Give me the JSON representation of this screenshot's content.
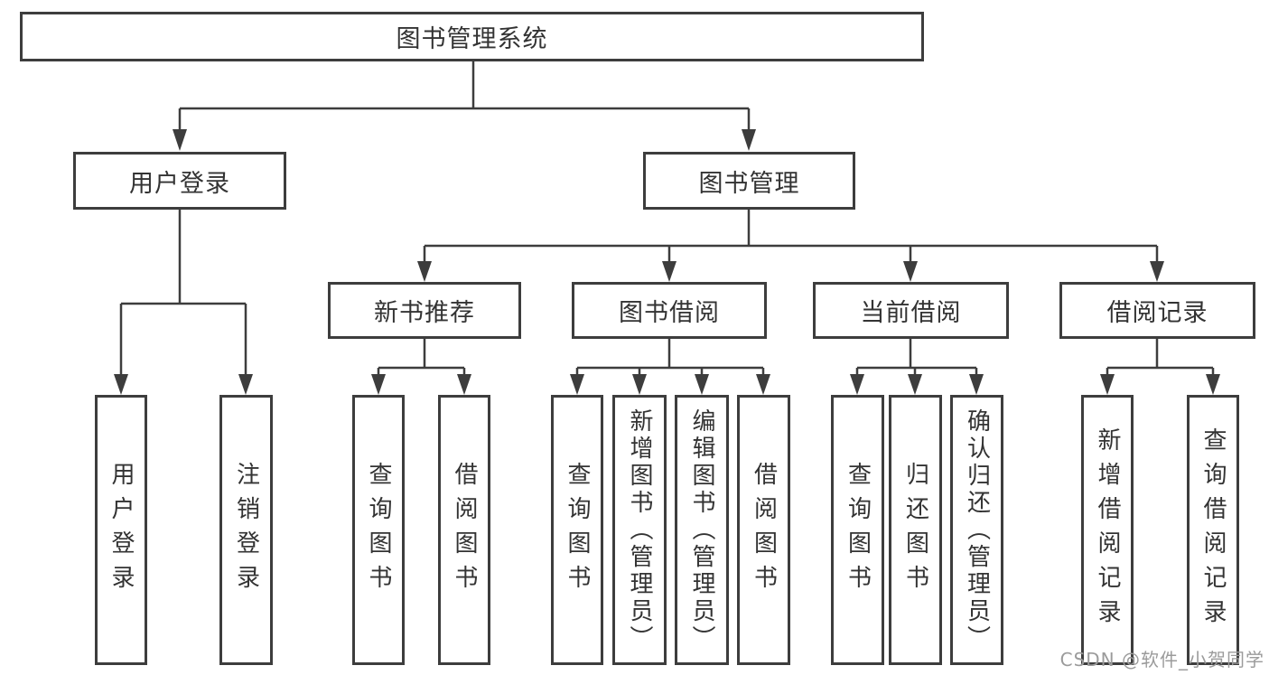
{
  "diagram": {
    "title": "图书管理系统",
    "branches": [
      {
        "label": "用户登录",
        "children": [
          "用户登录",
          "注销登录"
        ]
      },
      {
        "label": "图书管理",
        "modules": [
          {
            "label": "新书推荐",
            "children": [
              "查询图书",
              "借阅图书"
            ]
          },
          {
            "label": "图书借阅",
            "children": [
              "查询图书",
              "新增图书（管理员）",
              "编辑图书（管理员）",
              "借阅图书"
            ]
          },
          {
            "label": "当前借阅",
            "children": [
              "查询图书",
              "归还图书",
              "确认归还（管理员）"
            ]
          },
          {
            "label": "借阅记录",
            "children": [
              "新增借阅记录",
              "查询借阅记录"
            ]
          }
        ]
      }
    ]
  },
  "watermark": {
    "text": "CSDN @软件_小贺同学"
  },
  "colors": {
    "line": "#3d3d3d",
    "box_border": "#3d3d3d",
    "box_background": "#ffffff",
    "text": "#333333",
    "watermark": "#9b9b9b",
    "page_background": "#ffffff"
  }
}
